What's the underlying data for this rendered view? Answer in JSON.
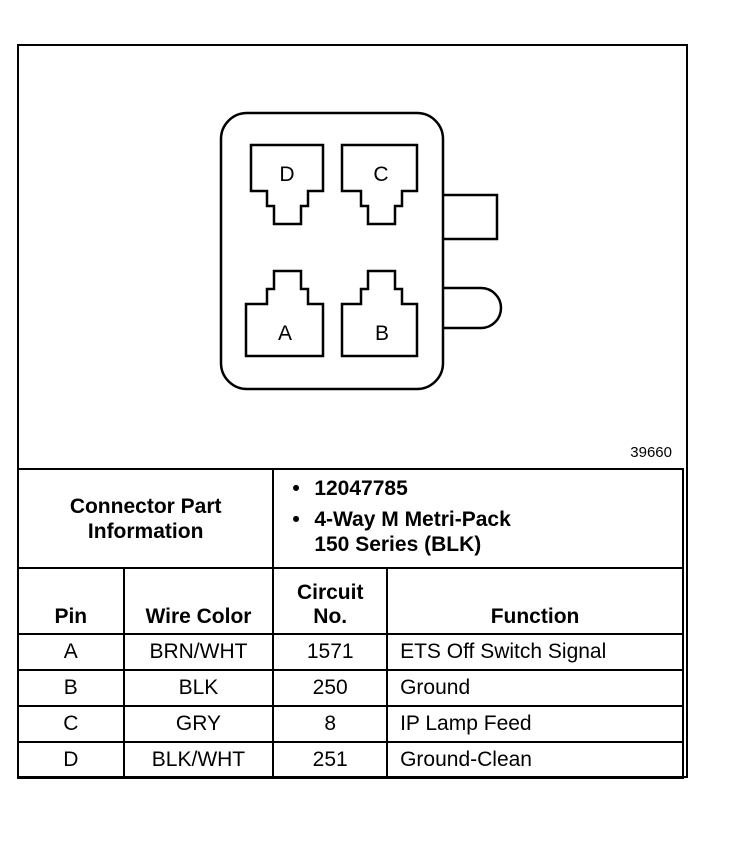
{
  "figure_id": "39660",
  "connector": {
    "pins": [
      "D",
      "C",
      "A",
      "B"
    ]
  },
  "info": {
    "label_line1": "Connector Part",
    "label_line2": "Information",
    "bullet": "•",
    "item1": "12047785",
    "item2_line1": "4-Way M Metri-Pack",
    "item2_line2": "150 Series (BLK)"
  },
  "headers": {
    "pin": "Pin",
    "wire_color": "Wire Color",
    "circuit_line1": "Circuit",
    "circuit_line2": "No.",
    "function": "Function"
  },
  "rows": [
    {
      "pin": "A",
      "wire_color": "BRN/WHT",
      "circuit": "1571",
      "function": "ETS Off Switch Signal"
    },
    {
      "pin": "B",
      "wire_color": "BLK",
      "circuit": "250",
      "function": "Ground"
    },
    {
      "pin": "C",
      "wire_color": "GRY",
      "circuit": "8",
      "function": "IP Lamp Feed"
    },
    {
      "pin": "D",
      "wire_color": "BLK/WHT",
      "circuit": "251",
      "function": "Ground-Clean"
    }
  ]
}
